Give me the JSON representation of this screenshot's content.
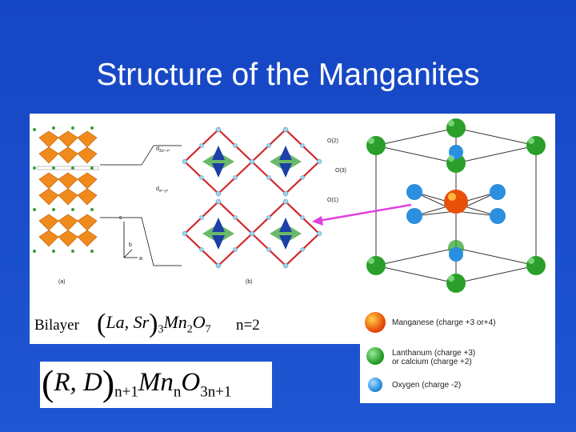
{
  "slide": {
    "title": "Structure of the Manganites"
  },
  "figure_left": {
    "panel_a_label": "(a)",
    "panel_b_label": "(b)",
    "labels": {
      "d1": "d",
      "d1_sub": "3z²−r²",
      "d2": "d",
      "d2_sub": "x²−y²",
      "o2": "O(2)",
      "o3": "O(3)",
      "o1": "O(1)",
      "axis_c": "c",
      "axis_b": "b",
      "axis_a": "a"
    }
  },
  "bilayer": {
    "label": "Bilayer",
    "f1_open": "(",
    "f1_inner": "La, Sr",
    "f1_close": ")",
    "f1_sub1": "3",
    "f1_mn": "Mn",
    "f1_sub2": "2",
    "f1_o": "O",
    "f1_sub3": "7",
    "n_value": "n=2"
  },
  "formula_general": {
    "open": "(",
    "inner": "R, D",
    "close": ")",
    "sub1": "n+1",
    "mn": "Mn",
    "sub2": "n",
    "o": "O",
    "sub3": "3n+1"
  },
  "legend": {
    "manganese": "Manganese (charge +3 or+4)",
    "lanthanum_line1": "Lanthanum (charge +3)",
    "lanthanum_line2": "or calcium (charge +2)",
    "oxygen": "Oxygen (charge -2)"
  },
  "colors": {
    "background": "#1a4fc8",
    "manganese": "#e8500a",
    "lanthanum": "#2aa02a",
    "oxygen": "#2a8fe0",
    "arrow": "#e040e0"
  }
}
